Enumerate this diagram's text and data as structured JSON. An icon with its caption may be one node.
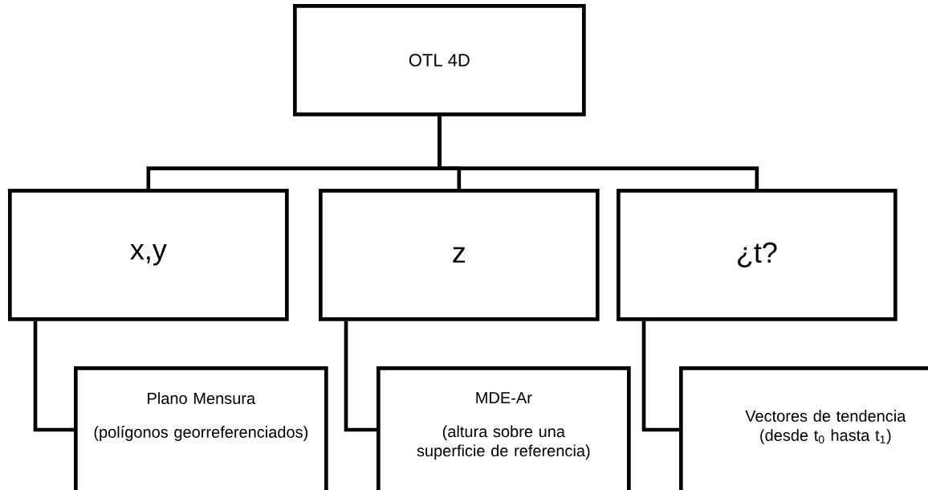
{
  "diagram": {
    "nodes": [
      {
        "text": [
          "OTL 4D"
        ]
      },
      {
        "text": [
          "x,y"
        ]
      },
      {
        "text": [
          "z"
        ]
      },
      {
        "text": [
          "¿t?"
        ]
      },
      {
        "text": [
          "Plano Mensura",
          "(polígonos georreferenciados)"
        ]
      },
      {
        "text": [
          "MDE-Ar",
          "(altura sobre una superficie de referencia)"
        ]
      },
      {
        "text": [
          "Vectores de tendencia (desde t$_{0}$ hasta t$_{1}$)"
        ]
      }
    ],
    "edges": [
      {
        "from": 0,
        "to": 1,
        "arrow": "none"
      },
      {
        "from": 0,
        "to": 2,
        "arrow": "none"
      },
      {
        "from": 0,
        "to": 3,
        "arrow": "none"
      },
      {
        "from": 1,
        "to": 4,
        "arrow": "none"
      },
      {
        "from": 2,
        "to": 5,
        "arrow": "none"
      },
      {
        "from": 3,
        "to": 6,
        "arrow": "none"
      }
    ]
  }
}
